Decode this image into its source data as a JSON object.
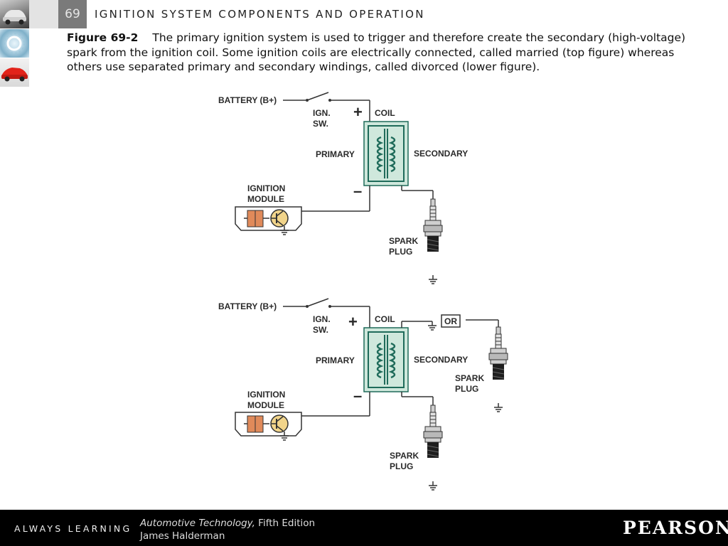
{
  "header": {
    "chapter_number": "69",
    "title": "IGNITION SYSTEM COMPONENTS AND OPERATION"
  },
  "caption": {
    "label": "Figure 69-2",
    "text": "The primary ignition system is used to trigger and therefore create the secondary (high-voltage) spark from the ignition coil. Some ignition coils are electrically connected, called married (top figure) whereas others use separated primary and secondary windings, called divorced (lower figure)."
  },
  "diagram_top": {
    "battery": "BATTERY (B+)",
    "ign_sw_line1": "IGN.",
    "ign_sw_line2": "SW.",
    "plus": "+",
    "coil": "COIL",
    "primary": "PRIMARY",
    "secondary": "SECONDARY",
    "minus": "–",
    "module_line1": "IGNITION",
    "module_line2": "MODULE",
    "spark_line1": "SPARK",
    "spark_line2": "PLUG"
  },
  "diagram_bottom": {
    "battery": "BATTERY (B+)",
    "ign_sw_line1": "IGN.",
    "ign_sw_line2": "SW.",
    "plus": "+",
    "coil": "COIL",
    "primary": "PRIMARY",
    "secondary": "SECONDARY",
    "minus": "–",
    "or": "OR",
    "module_line1": "IGNITION",
    "module_line2": "MODULE",
    "spark_line1": "SPARK",
    "spark_line2": "PLUG",
    "spark2_line1": "SPARK",
    "spark2_line2": "PLUG"
  },
  "colors": {
    "coil_fill": "#cfe8dc",
    "winding": "#1f6b5a",
    "module_component": "#e08a5a",
    "transistor": "#f1d48a",
    "footer_bg": "#000000"
  },
  "icons": [
    "car-thumbnail",
    "gears-thumbnail",
    "red-car-thumbnail",
    "spark-plug-icon",
    "ground-icon",
    "transistor-icon",
    "switch-icon"
  ],
  "footer": {
    "slogan": "ALWAYS LEARNING",
    "book_title": "Automotive Technology,",
    "edition": " Fifth Edition",
    "author": "James Halderman",
    "publisher": "PEARSON"
  }
}
